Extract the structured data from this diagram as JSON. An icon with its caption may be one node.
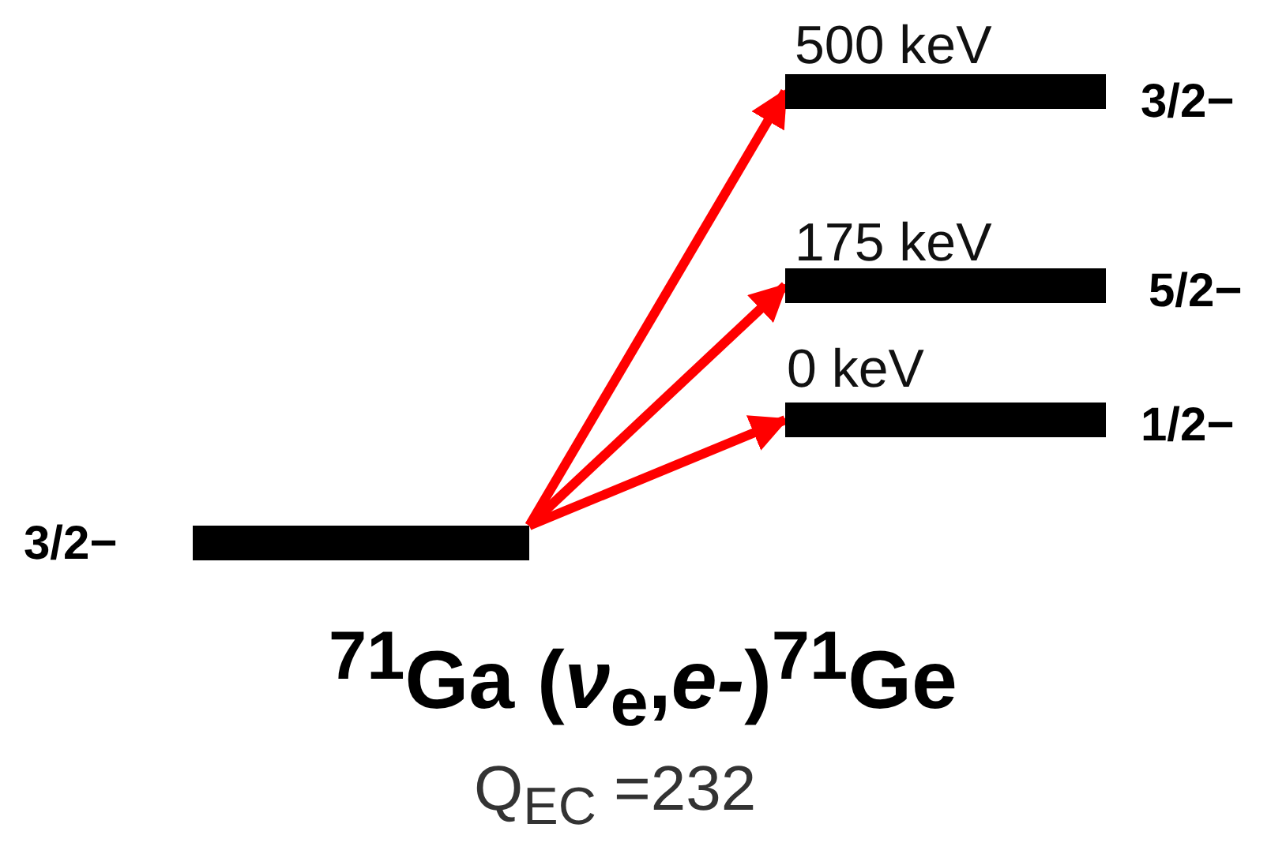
{
  "diagram": {
    "nodes": [
      {
        "text": [],
        "shape": "bar",
        "beside": [
          "500 keV",
          "3/2−"
        ]
      },
      {
        "text": [],
        "shape": "bar",
        "beside": [
          "175 keV",
          "5/2−"
        ]
      },
      {
        "text": [],
        "shape": "bar",
        "beside": [
          "0 keV",
          "1/2−"
        ]
      },
      {
        "text": [],
        "shape": "bar",
        "beside": [
          "3/2−"
        ]
      }
    ],
    "edges": [
      {
        "from": 3,
        "to": 0,
        "arrow": "to"
      },
      {
        "from": 3,
        "to": 1,
        "arrow": "to"
      },
      {
        "from": 3,
        "to": 2,
        "arrow": "to"
      }
    ],
    "labels": [
      "$^{71}$Ga (*ν*$_{e}$,*e-*)$^{71}$Ge",
      "Q$_{EC}$ =232"
    ]
  }
}
